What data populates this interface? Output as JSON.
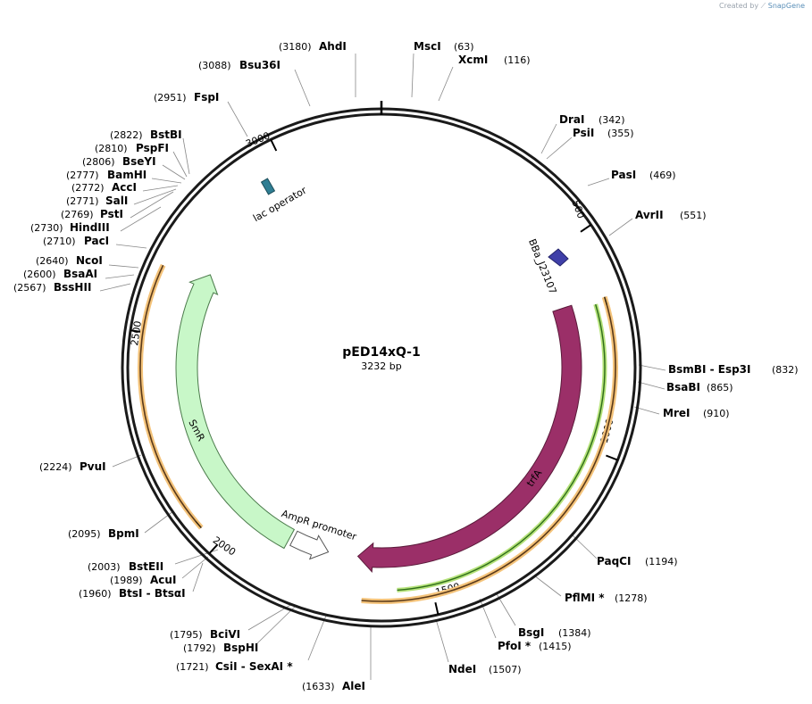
{
  "credit": {
    "prefix": "Created by",
    "brand": "SnapGene"
  },
  "plasmid": {
    "name": "pED14xQ-1",
    "size_label": "3232 bp",
    "length": 3232
  },
  "ticks": [
    {
      "pos": 500,
      "label": "500"
    },
    {
      "pos": 1000,
      "label": "1000"
    },
    {
      "pos": 1500,
      "label": "1500"
    },
    {
      "pos": 2000,
      "label": "2000"
    },
    {
      "pos": 2500,
      "label": "2500"
    },
    {
      "pos": 3000,
      "label": "3000"
    }
  ],
  "features": [
    {
      "name": "lac operator",
      "start": 2985,
      "end": 3005,
      "color": "#2f7e93"
    },
    {
      "name": "BBa_J23107",
      "start": 585,
      "end": 620,
      "color": "#3f3fa8"
    },
    {
      "name": "trfA",
      "start": 645,
      "end": 1680,
      "color": "#9b2f68"
    },
    {
      "name": "AmpR promoter",
      "start": 1760,
      "end": 1860,
      "color": "#ffffff"
    },
    {
      "name": "SmR",
      "start": 1870,
      "end": 2680,
      "color": "#c8f7c8"
    }
  ],
  "sites": [
    {
      "name": "AhdI",
      "pos": "(3180)"
    },
    {
      "name": "MscI",
      "pos": "(63)"
    },
    {
      "name": "XcmI",
      "pos": "(116)"
    },
    {
      "name": "Bsu36I",
      "pos": "(3088)"
    },
    {
      "name": "FspI",
      "pos": "(2951)"
    },
    {
      "name": "DraI",
      "pos": "(342)"
    },
    {
      "name": "PsiI",
      "pos": "(355)"
    },
    {
      "name": "PasI",
      "pos": "(469)"
    },
    {
      "name": "AvrII",
      "pos": "(551)"
    },
    {
      "name": "BstBI",
      "pos": "(2822)"
    },
    {
      "name": "PspFI",
      "pos": "(2810)"
    },
    {
      "name": "BseYI",
      "pos": "(2806)"
    },
    {
      "name": "BamHI",
      "pos": "(2777)"
    },
    {
      "name": "AccI",
      "pos": "(2772)"
    },
    {
      "name": "SalI",
      "pos": "(2771)"
    },
    {
      "name": "PstI",
      "pos": "(2769)"
    },
    {
      "name": "HindIII",
      "pos": "(2730)"
    },
    {
      "name": "PacI",
      "pos": "(2710)"
    },
    {
      "name": "NcoI",
      "pos": "(2640)"
    },
    {
      "name": "BsaAI",
      "pos": "(2600)"
    },
    {
      "name": "BssHII",
      "pos": "(2567)"
    },
    {
      "name": "BsmBI  - Esp3I",
      "pos": "(832)"
    },
    {
      "name": "BsaBI",
      "pos": "(865)"
    },
    {
      "name": "MreI",
      "pos": "(910)"
    },
    {
      "name": "PvuI",
      "pos": "(2224)"
    },
    {
      "name": "BpmI",
      "pos": "(2095)"
    },
    {
      "name": "PaqCI",
      "pos": "(1194)"
    },
    {
      "name": "PflMI *",
      "pos": "(1278)"
    },
    {
      "name": "BstEII",
      "pos": "(2003)"
    },
    {
      "name": "AcuI",
      "pos": "(1989)"
    },
    {
      "name": "BtsI  - BtsαI",
      "pos": "(1960)"
    },
    {
      "name": "BsgI",
      "pos": "(1384)"
    },
    {
      "name": "PfoI *",
      "pos": "(1415)"
    },
    {
      "name": "BciVI",
      "pos": "(1795)"
    },
    {
      "name": "BspHI",
      "pos": "(1792)"
    },
    {
      "name": "CsiI  - SexAI *",
      "pos": "(1721)"
    },
    {
      "name": "NdeI",
      "pos": "(1507)"
    },
    {
      "name": "AleI",
      "pos": "(1633)"
    }
  ]
}
